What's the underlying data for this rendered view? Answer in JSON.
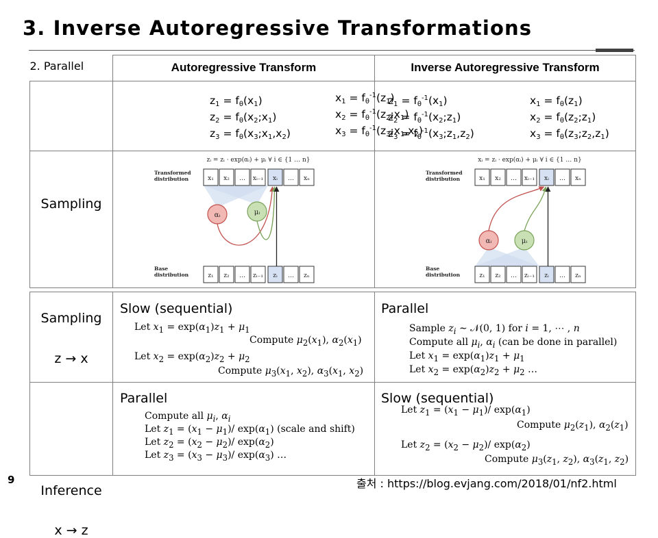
{
  "slide": {
    "title": "3. Inverse Autoregressive Transformations",
    "page_number": "9",
    "source": "출처 : https://blog.evjang.com/2018/01/nf2.html"
  },
  "top_table": {
    "corner_label": "2. Parallel",
    "col_ar": "Autoregressive Transform",
    "col_iar": "Inverse Autoregressive Transform",
    "row_sampling_label": "Sampling",
    "figure_ar": {
      "formula": "zᵢ = zᵢ · exp(αᵢ) + μᵢ  ∀ i ∈ {1 … n}",
      "transformed_label": [
        "Transformed",
        "distribution"
      ],
      "base_label": [
        "Base",
        "distribution"
      ],
      "top_cells": [
        "x₁",
        "x₂",
        "…",
        "xᵢ₋₁",
        "xᵢ",
        "…",
        "xₙ"
      ],
      "bottom_cells": [
        "z₁",
        "z₂",
        "…",
        "zᵢ₋₁",
        "zᵢ",
        "…",
        "zₙ"
      ],
      "alpha": "αᵢ",
      "mu": "μᵢ"
    },
    "figure_iar": {
      "formula": "xᵢ = zᵢ · exp(αᵢ) + μᵢ  ∀ i ∈ {1 … n}",
      "transformed_label": [
        "Transformed",
        "distribution"
      ],
      "base_label": [
        "Base",
        "distribution"
      ],
      "top_cells": [
        "x₁",
        "x₂",
        "…",
        "xᵢ₋₁",
        "xᵢ",
        "…",
        "xₙ"
      ],
      "bottom_cells": [
        "z₁",
        "z₂",
        "…",
        "zᵢ₋₁",
        "zᵢ",
        "…",
        "zₙ"
      ],
      "alpha": "αᵢ",
      "mu": "μᵢ"
    }
  },
  "bottom_table": {
    "sampling_label": "Sampling",
    "sampling_direction": "z → x",
    "inference_label": "Inference",
    "inference_direction": "x → z",
    "ar_sampling_title": "Slow (sequential)",
    "iar_sampling_title": "Parallel",
    "ar_inference_title": "Parallel",
    "iar_inference_title": "Slow (sequential)"
  },
  "colors": {
    "cell_fill": "#ffffff",
    "cell_highlight": "#d6e2f3",
    "fan_fill": "#d0ddf0",
    "alpha_fill": "#f2b8b3",
    "alpha_stroke": "#c0504d",
    "mu_fill": "#c8e0b4",
    "mu_stroke": "#7aa35a"
  }
}
